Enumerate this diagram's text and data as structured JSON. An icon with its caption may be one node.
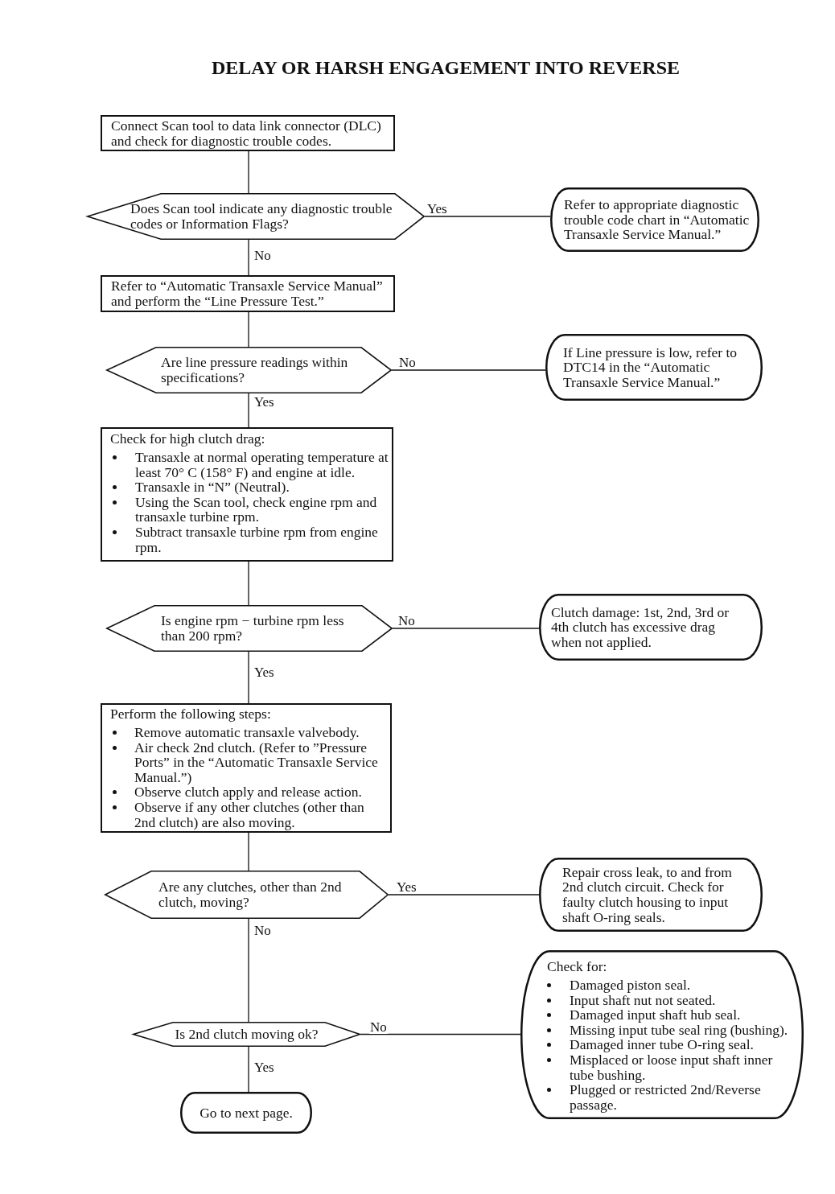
{
  "diagram": {
    "title": "DELAY OR HARSH ENGAGEMENT INTO REVERSE",
    "nodes": [
      {
        "text": [
          "Connect Scan tool to data link connector (DLC) and check for diagnostic trouble codes."
        ]
      },
      {
        "text": [
          "Does Scan tool indicate any diagnostic trouble codes or Information Flags?"
        ]
      },
      {
        "text": [
          "Refer to appropriate diagnostic trouble code chart in “Automatic Transaxle Service Manual.”"
        ]
      },
      {
        "text": [
          "Refer to “Automatic Transaxle Service Manual” and perform the “Line Pressure Test.”"
        ]
      },
      {
        "text": [
          "Are line pressure readings within specifications?"
        ]
      },
      {
        "text": [
          "If Line pressure is low, refer to DTC14 in the “Automatic Transaxle Service Manual.”"
        ]
      },
      {
        "text": [
          "Check for high clutch drag:",
          "Transaxle at normal operating temperature at least 70° C (158° F) and engine at idle.",
          "Transaxle in “N” (Neutral).",
          "Using the Scan tool, check engine rpm and transaxle turbine rpm.",
          "Subtract transaxle turbine rpm from engine rpm."
        ]
      },
      {
        "text": [
          "Is engine rpm − turbine rpm less than 200 rpm?"
        ]
      },
      {
        "text": [
          "Clutch damage: 1st, 2nd, 3rd or 4th clutch has excessive drag when not applied."
        ]
      },
      {
        "text": [
          "Perform the following steps:",
          "Remove automatic transaxle valvebody.",
          "Air check 2nd clutch. (Refer to ”Pressure Ports” in the “Automatic Transaxle Service Manual.”)",
          "Observe clutch apply and release action.",
          "Observe if any other clutches (other than 2nd clutch) are also moving."
        ]
      },
      {
        "text": [
          "Are any clutches, other than 2nd clutch, moving?"
        ]
      },
      {
        "text": [
          "Repair cross leak, to and from 2nd clutch circuit. Check for faulty clutch housing to input shaft O-ring seals."
        ]
      },
      {
        "text": [
          "Is 2nd clutch moving ok?"
        ]
      },
      {
        "text": [
          "Check for:",
          "Damaged piston seal.",
          "Input shaft nut not seated.",
          "Damaged input shaft hub seal.",
          "Missing input tube seal ring (bushing).",
          "Damaged inner tube O-ring seal.",
          "Misplaced or loose input shaft inner tube bushing.",
          "Plugged or restricted 2nd/Reverse passage."
        ]
      },
      {
        "text": [
          "Go to next page."
        ]
      }
    ],
    "edges": [
      {
        "from": 0,
        "to": 1,
        "arrow": "none"
      },
      {
        "from": 1,
        "to": 2,
        "arrow": "none",
        "label": "Yes"
      },
      {
        "from": 1,
        "to": 3,
        "arrow": "none",
        "label": "No"
      },
      {
        "from": 3,
        "to": 4,
        "arrow": "none"
      },
      {
        "from": 4,
        "to": 5,
        "arrow": "none",
        "label": "No"
      },
      {
        "from": 4,
        "to": 6,
        "arrow": "none",
        "label": "Yes"
      },
      {
        "from": 6,
        "to": 7,
        "arrow": "none"
      },
      {
        "from": 7,
        "to": 8,
        "arrow": "none",
        "label": "No"
      },
      {
        "from": 7,
        "to": 9,
        "arrow": "none",
        "label": "Yes"
      },
      {
        "from": 9,
        "to": 10,
        "arrow": "none"
      },
      {
        "from": 10,
        "to": 11,
        "arrow": "none",
        "label": "Yes"
      },
      {
        "from": 10,
        "to": 12,
        "arrow": "none",
        "label": "No"
      },
      {
        "from": 12,
        "to": 13,
        "arrow": "none",
        "label": "No"
      },
      {
        "from": 12,
        "to": 14,
        "arrow": "none",
        "label": "Yes"
      }
    ]
  }
}
